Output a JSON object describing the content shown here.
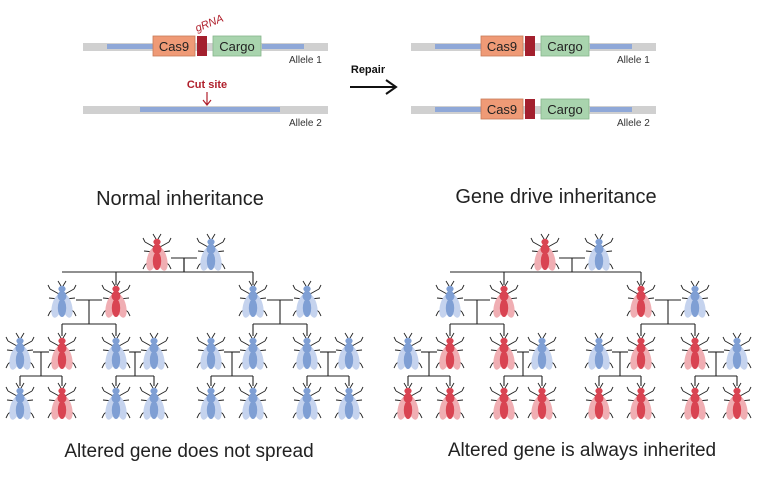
{
  "construct": {
    "cas9": "Cas9",
    "grna": "gRNA",
    "cargo": "Cargo",
    "allele1": "Allele 1",
    "allele2": "Allele 2",
    "cut_site": "Cut site",
    "repair": "Repair"
  },
  "normal": {
    "title": "Normal inheritance",
    "caption": "Altered gene does not spread",
    "gen1": [
      "red",
      "blue"
    ],
    "gen2": [
      "blue",
      "red",
      "blue",
      "blue"
    ],
    "gen3": [
      "blue",
      "red",
      "blue",
      "blue",
      "blue",
      "blue",
      "blue",
      "blue"
    ],
    "gen4": [
      "blue",
      "red",
      "blue",
      "blue",
      "blue",
      "blue",
      "blue",
      "blue"
    ]
  },
  "drive": {
    "title": "Gene drive inheritance",
    "caption": "Altered gene is always inherited",
    "gen1": [
      "red",
      "blue"
    ],
    "gen2": [
      "blue",
      "red",
      "red",
      "blue"
    ],
    "gen3": [
      "blue",
      "red",
      "red",
      "blue",
      "blue",
      "red",
      "red",
      "blue"
    ],
    "gen4": [
      "red",
      "red",
      "red",
      "red",
      "red",
      "red",
      "red",
      "red"
    ]
  },
  "colors": {
    "fly_red": "#d94452",
    "fly_red_wing": "#f0aeb3",
    "fly_blue": "#7f9fd4",
    "fly_blue_wing": "#c5d3ee",
    "chromosome_gray": "#c8c8c8",
    "chromosome_blue": "#8fa8d8",
    "cas9_fill": "#ef9a76",
    "cargo_fill": "#a9d4ae",
    "grna_fill": "#a3202e",
    "cut_site_text": "#b0202c"
  }
}
